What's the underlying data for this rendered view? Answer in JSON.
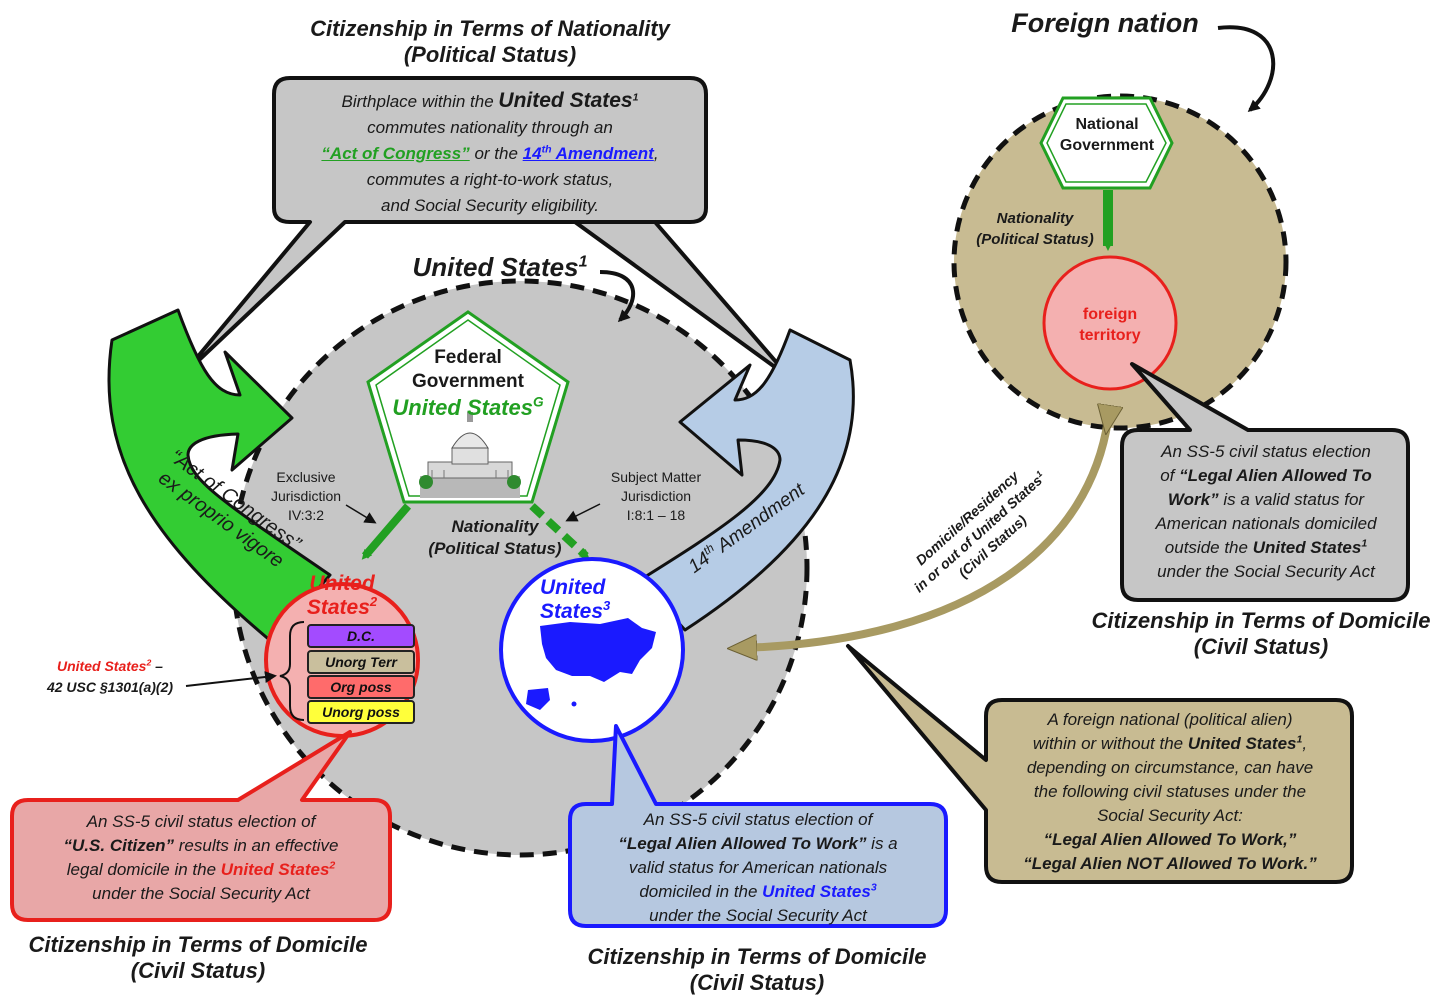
{
  "titles": {
    "nationality_title_line1": "Citizenship in Terms of Nationality",
    "nationality_title_line2": "(Political Status)",
    "foreign_nation": "Foreign nation",
    "united_states_main": "United States",
    "united_states_main_sup": "1",
    "domicile_left_line1": "Citizenship in Terms of Domicile",
    "domicile_left_line2": "(Civil Status)",
    "domicile_center_line1": "Citizenship in Terms of Domicile",
    "domicile_center_line2": "(Civil Status)",
    "domicile_right_line1": "Citizenship in Terms of Domicile",
    "domicile_right_line2": "(Civil Status)"
  },
  "top_box": {
    "line1_a": "Birthplace within the ",
    "line1_b": "United States",
    "line1_sup": "1",
    "line2": "commutes nationality through an",
    "line3_a": "“Act of Congress”",
    "line3_b": " or the ",
    "line3_c": "14",
    "line3_c_sup": "th",
    "line3_d": " Amendment",
    "line3_e": ",",
    "line4": "commutes a right-to-work status,",
    "line5": "and Social Security eligibility."
  },
  "federal": {
    "line1": "Federal",
    "line2": "Government",
    "line3": "United States",
    "line3_sup": "G"
  },
  "national_gov": {
    "line1": "National",
    "line2": "Government"
  },
  "foreign_side": {
    "nationality_line1": "Nationality",
    "nationality_line2": "(Political Status)",
    "territory_line1": "foreign",
    "territory_line2": "territory"
  },
  "jurisdiction": {
    "exclusive_line1": "Exclusive",
    "exclusive_line2": "Jurisdiction",
    "exclusive_line3": "IV:3:2",
    "subject_line1": "Subject Matter",
    "subject_line2": "Jurisdiction",
    "subject_line3": "I:8:1 – 18",
    "nationality_line1": "Nationality",
    "nationality_line2": "(Political Status)"
  },
  "arrows": {
    "act_line1": "“Act of Congress”",
    "act_line2": "ex proprio vigore",
    "amendment_a": "14",
    "amendment_sup": "th",
    "amendment_b": " Amendment",
    "domicile_line1": "Domicile/Residency",
    "domicile_line2": "in or out of United States",
    "domicile_line2_sup": "1",
    "domicile_line3": "(Civil Status)"
  },
  "us2": {
    "line1": "United",
    "line2": "States",
    "sup": "2",
    "items": [
      "D.C.",
      "Unorg Terr",
      "Org poss",
      "Unorg poss"
    ],
    "colors": [
      "#a34bff",
      "#c9bf9d",
      "#ff6b6b",
      "#ffff3a"
    ],
    "note_line1_a": "United States",
    "note_line1_sup": "2",
    "note_line1_b": " –",
    "note_line2": "42 USC §1301(a)(2)"
  },
  "us3": {
    "line1": "United",
    "line2": "States",
    "sup": "3"
  },
  "box_left": {
    "line1": "An SS-5 civil status election of",
    "line2_a": "“U.S. Citizen”",
    "line2_b": " results in an effective",
    "line3_a": "legal domicile in the ",
    "line3_b": "United States",
    "line3_sup": "2",
    "line4": "under the Social Security Act"
  },
  "box_center": {
    "line1": "An SS-5 civil status election of",
    "line2_a": "“Legal Alien Allowed To Work”",
    "line2_b": " is a",
    "line3": "valid status for American nationals",
    "line4_a": "domiciled in the ",
    "line4_b": "United States",
    "line4_sup": "3",
    "line5": "under the Social Security Act"
  },
  "box_right_top": {
    "line1": "An SS-5 civil status election",
    "line2_a": "of ",
    "line2_b": "“Legal Alien Allowed To",
    "line3_a": "Work”",
    "line3_b": " is a valid status for",
    "line4": "American nationals domiciled",
    "line5_a": "outside the ",
    "line5_b": "United States",
    "line5_sup": "1",
    "line6": "under the Social Security Act"
  },
  "box_right_bottom": {
    "line1": "A foreign national (political alien)",
    "line2_a": "within or without the ",
    "line2_b": "United States",
    "line2_sup": "1",
    "line2_c": ",",
    "line3": "depending on circumstance, can have",
    "line4": "the following civil statuses under the",
    "line5": "Social Security Act:",
    "line6": "“Legal Alien Allowed To Work,”",
    "line7": "“Legal Alien NOT Allowed To Work.”"
  },
  "colors": {
    "us_circle": "#c6c6c6",
    "foreign_circle": "#c8bb92",
    "top_box_fill": "#c6c6c6",
    "left_box_fill": "#e8a7a7",
    "center_box_fill": "#b6c8e0",
    "olive_box_fill": "#c8bb92",
    "green_arrow": "#33cc33",
    "blue_arrow": "#b6cce6",
    "olive_arrow": "#a89a62",
    "red": "#e8201c",
    "blue": "#1a1aff"
  },
  "icons": [
    "capitol-building-icon",
    "us-map-icon"
  ]
}
